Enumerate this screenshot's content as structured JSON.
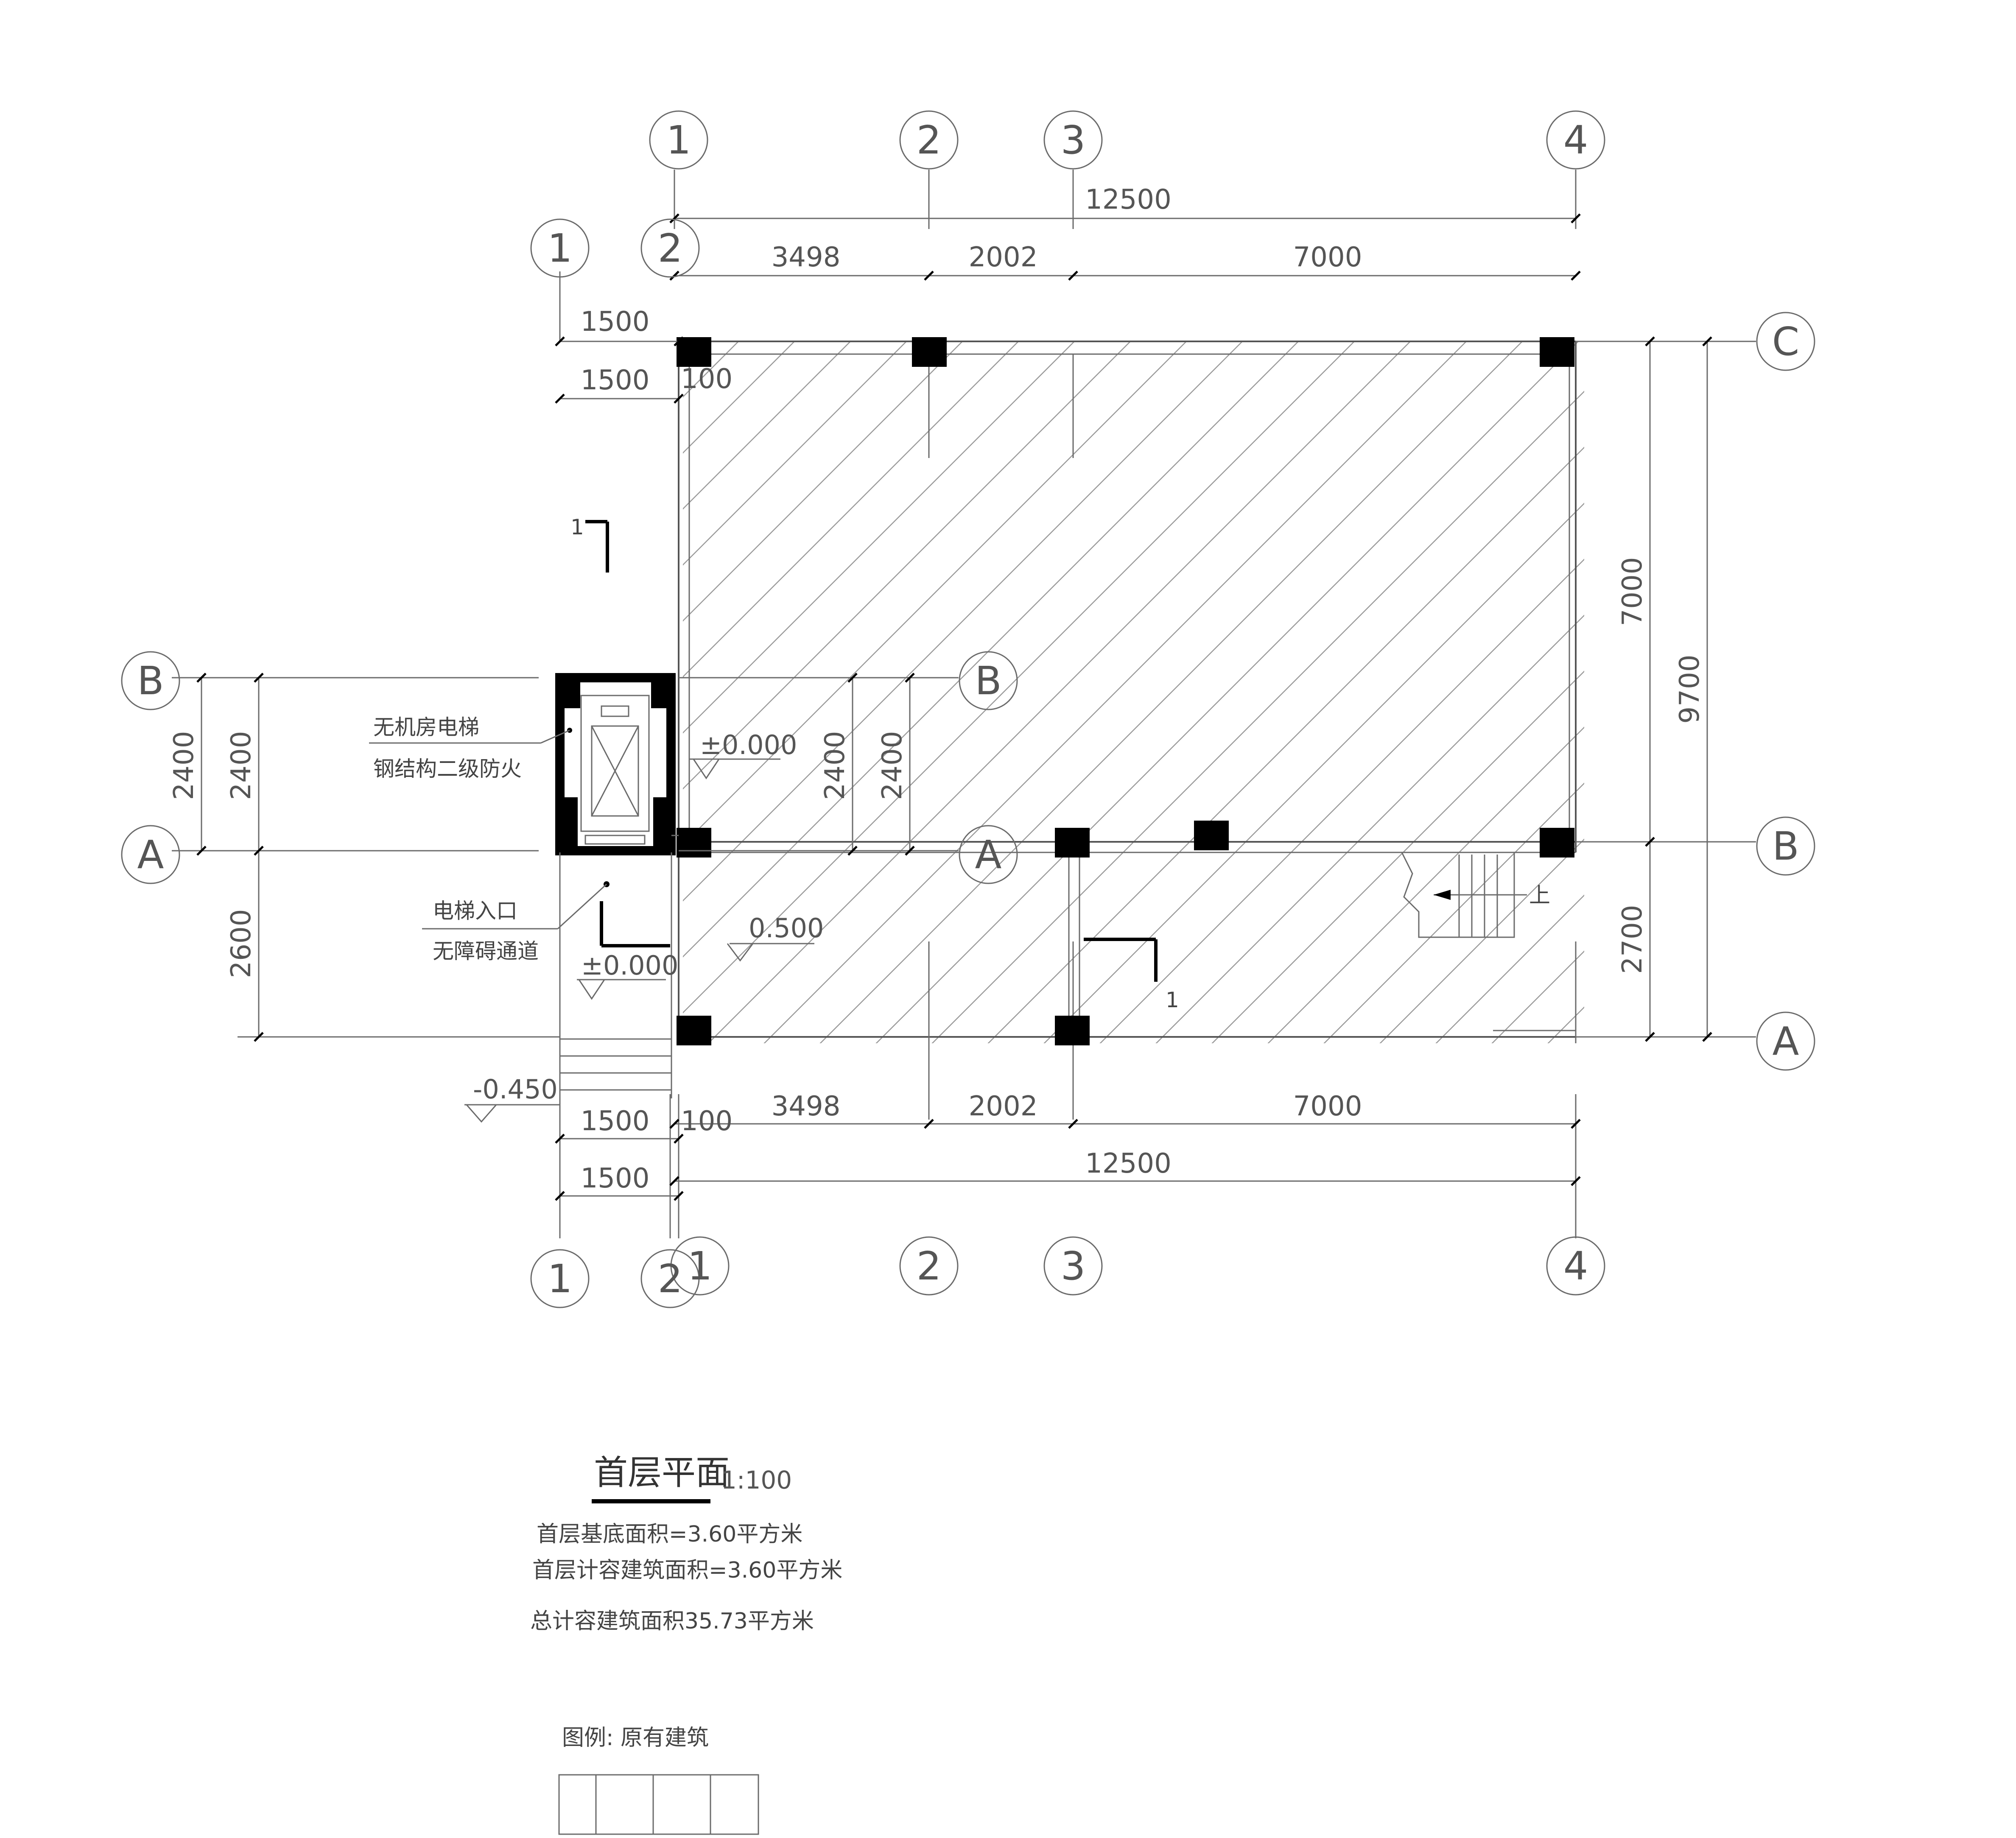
{
  "drawing": {
    "title": "首层平面",
    "scale": "1:100",
    "area_lines": [
      "首层基底面积=3.60平方米",
      "首层计容建筑面积=3.60平方米",
      "总计容建筑面积35.73平方米"
    ],
    "legend_label": "图例: 原有建筑"
  },
  "grid_axes": {
    "columns_top": [
      "1",
      "2",
      "3",
      "4"
    ],
    "columns_bottom": [
      "1",
      "2",
      "3",
      "4"
    ],
    "annex_top": [
      "1",
      "2"
    ],
    "annex_bottom": [
      "1",
      "2"
    ],
    "rows_right": [
      "C",
      "B",
      "A"
    ],
    "rows_left": [
      "B",
      "A"
    ],
    "rows_mid": [
      "B",
      "A"
    ]
  },
  "dimensions": {
    "top_total": "12500",
    "top_segments": [
      "3498",
      "2002",
      "7000"
    ],
    "bottom_total": "12500",
    "bottom_segments": [
      "3498",
      "2002",
      "7000"
    ],
    "left_top_1": "1500",
    "left_top_2": "1500",
    "left_bottom_1": "1500",
    "left_bottom_2": "1500",
    "offset_top": "100",
    "offset_bottom": "100",
    "right_upper": "7000",
    "right_total": "9700",
    "right_lower": "2700",
    "left_outer": "2400",
    "left_inner": "2400",
    "left_lower": "2600",
    "mid_outer": "2400",
    "mid_inner": "2400"
  },
  "levels": {
    "elevator_floor": "±0.000",
    "annex_floor": "0.500",
    "entry_floor": "±0.000",
    "outdoor": "-0.450"
  },
  "notes": {
    "elevator_1": "无机房电梯",
    "elevator_2": "钢结构二级防火",
    "entrance_1": "电梯入口",
    "entrance_2": "无障碍通道",
    "section_mark": "1",
    "stair_up": "上"
  }
}
